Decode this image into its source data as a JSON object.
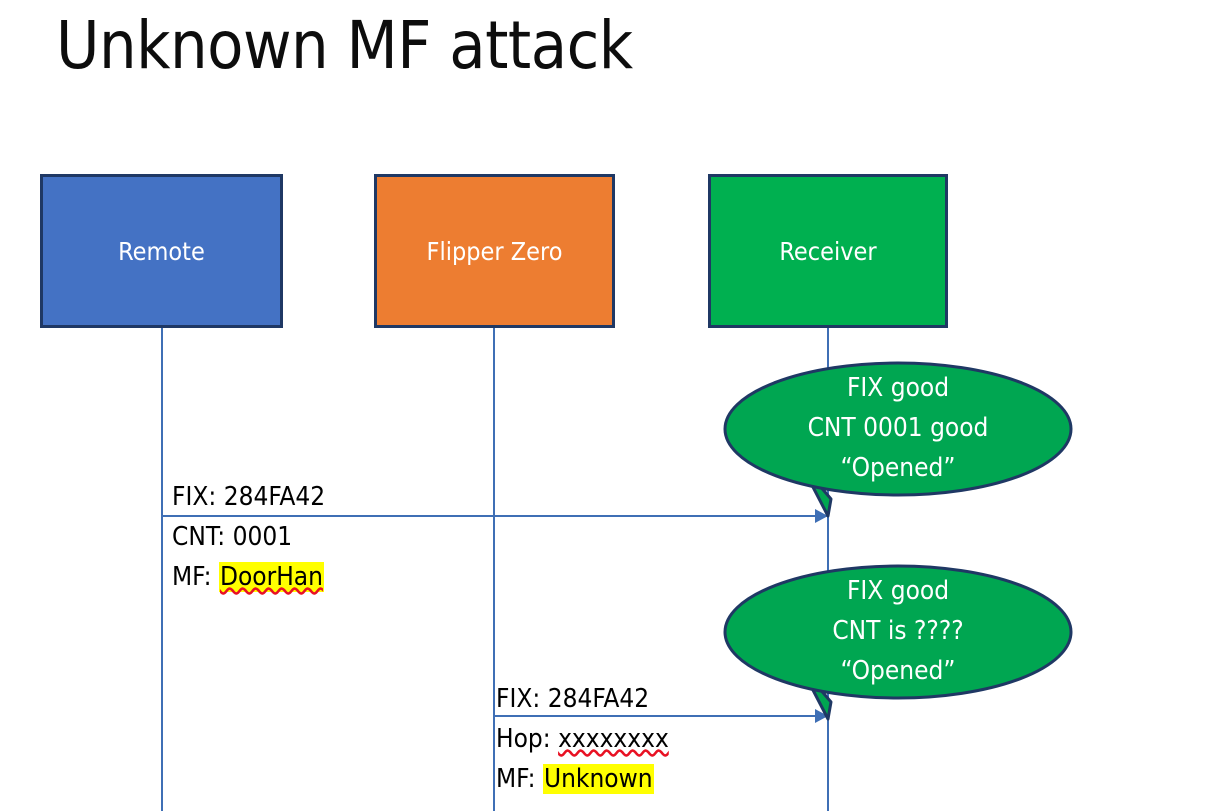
{
  "slide": {
    "title": "Unknown MF attack",
    "background": "#FFFFFF"
  },
  "colors": {
    "remote_fill": "#4472C4",
    "flipper_fill": "#ED7D31",
    "receiver_fill": "#00B050",
    "box_border": "#1F3864",
    "lifeline": "#3F6FB5",
    "arrow": "#3F6FB5",
    "bubble_fill": "#00A651",
    "bubble_border": "#1F3864",
    "highlight": "#FFFF00",
    "spellcheck_underline": "#E81123",
    "text_dark": "#000000",
    "text_light": "#FFFFFF"
  },
  "actors": [
    {
      "id": "remote",
      "label": "Remote"
    },
    {
      "id": "flipper",
      "label": "Flipper Zero"
    },
    {
      "id": "receiver",
      "label": "Receiver"
    }
  ],
  "messages": [
    {
      "id": "remote-to-receiver",
      "from": "Remote",
      "to": "Receiver",
      "lines": [
        {
          "label": "FIX:",
          "value": "284FA42",
          "highlight": false,
          "spellcheck": false
        },
        {
          "label": "CNT:",
          "value": "0001",
          "highlight": false,
          "spellcheck": false
        },
        {
          "label": "MF:",
          "value": "DoorHan",
          "highlight": true,
          "spellcheck": true
        }
      ]
    },
    {
      "id": "flipper-to-receiver",
      "from": "Flipper Zero",
      "to": "Receiver",
      "lines": [
        {
          "label": "FIX:",
          "value": "284FA42",
          "highlight": false,
          "spellcheck": false
        },
        {
          "label": "Hop:",
          "value": "xxxxxxxx",
          "highlight": false,
          "spellcheck": true
        },
        {
          "label": "MF:",
          "value": "Unknown",
          "highlight": true,
          "spellcheck": false
        }
      ]
    }
  ],
  "bubbles": [
    {
      "id": "receiver-response-1",
      "lines": [
        "FIX good",
        "CNT 0001 good",
        "“Opened”"
      ]
    },
    {
      "id": "receiver-response-2",
      "lines": [
        "FIX good",
        "CNT is ????",
        "“Opened”"
      ]
    }
  ]
}
